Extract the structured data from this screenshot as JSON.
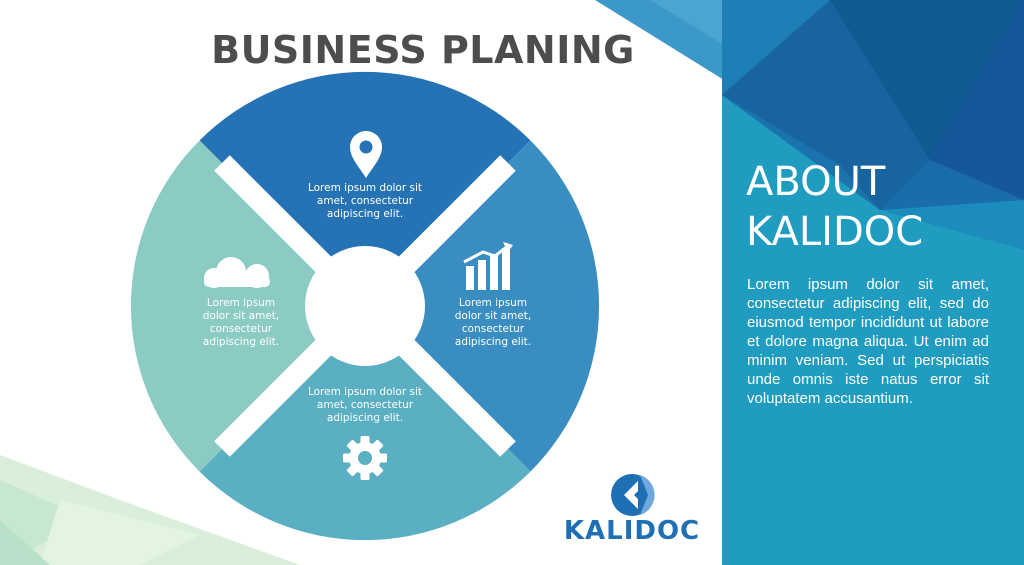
{
  "title": "BUSINESS PLANING",
  "diagram": {
    "segments": [
      {
        "id": "top",
        "icon": "map-pin-icon",
        "color": "#2573b4",
        "text_lines": [
          "Lorem ipsum dolor sit",
          "amet, consectetur",
          "adipiscing elit."
        ]
      },
      {
        "id": "right",
        "icon": "growth-chart-icon",
        "color": "#3a8dc1",
        "text_lines": [
          "Lorem ipsum",
          "dolor sit amet,",
          "consectetur",
          "adipiscing elit."
        ]
      },
      {
        "id": "bottom",
        "icon": "gear-icon",
        "color": "#5aafc3",
        "text_lines": [
          "Lorem ipsum dolor sit",
          "amet, consectetur",
          "adipiscing elit."
        ]
      },
      {
        "id": "left",
        "icon": "cloud-icon",
        "color": "#8bcbc4",
        "text_lines": [
          "Lorem ipsum",
          "dolor sit amet,",
          "consectetur",
          "adipiscing elit."
        ]
      }
    ]
  },
  "panel": {
    "heading_line1": "ABOUT",
    "heading_line2": "KALIDOC",
    "body": "Lorem ipsum dolor sit amet, consectetur adipiscing elit, sed do eiusmod tempor incididunt ut labore et dolore magna aliqua. Ut enim ad minim veniam. Sed ut perspiciatis unde omnis iste natus error sit voluptatem accusantium.",
    "color": "#1f9cc0"
  },
  "logo": {
    "name": "KALIDOC",
    "icon": "kalidoc-logo-icon",
    "color": "#1f6fb5"
  }
}
